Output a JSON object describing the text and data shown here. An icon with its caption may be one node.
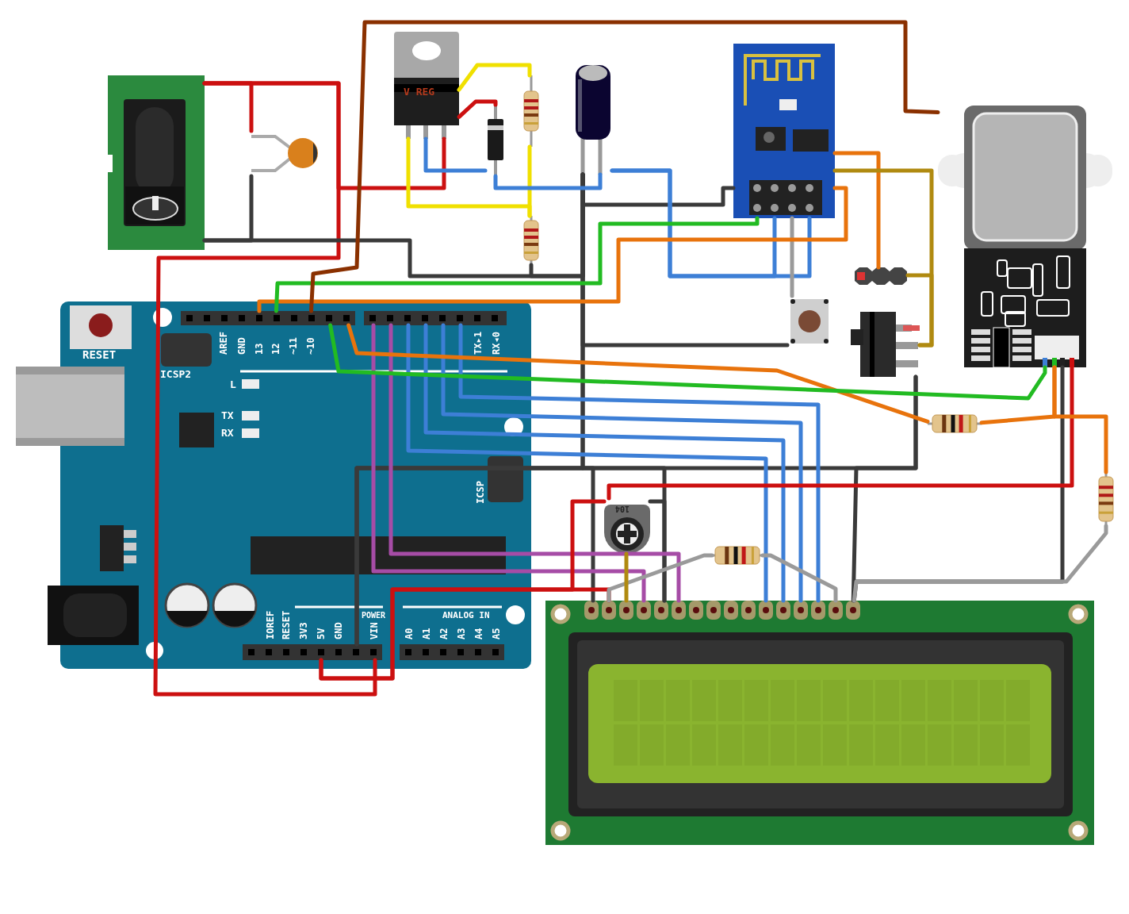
{
  "diagram": {
    "nodes": [
      {
        "text": [],
        "shape": "picture"
      },
      {
        "text": [],
        "shape": "picture"
      },
      {
        "text": [
          "V REG"
        ]
      },
      {
        "text": [],
        "shape": "picture"
      },
      {
        "text": [],
        "shape": "picture"
      },
      {
        "text": [],
        "shape": "picture"
      },
      {
        "text": [],
        "shape": "picture"
      },
      {
        "text": [],
        "shape": "picture"
      },
      {
        "text": [],
        "shape": "picture"
      },
      {
        "text": [],
        "shape": "picture"
      },
      {
        "text": [],
        "shape": "picture"
      },
      {
        "text": [],
        "shape": "picture"
      },
      {
        "text": [],
        "shape": "picture"
      },
      {
        "text": [],
        "shape": "picture"
      },
      {
        "text": [
          "RESET",
          "ICSP2",
          "AREF",
          "GND",
          "13",
          "12",
          "~11",
          "~10",
          "TX▸1",
          "RX◂0",
          "L",
          "TX",
          "RX",
          "ICSP",
          "IOREF",
          "RESET",
          "3V3",
          "5V",
          "GND",
          "VIN",
          "POWER",
          "ANALOG IN",
          "A0",
          "A1",
          "A2",
          "A3",
          "A4",
          "A5"
        ]
      },
      {
        "text": [],
        "shape": "bar",
        "in": 14
      },
      {
        "text": [],
        "shape": "bar",
        "in": 14
      },
      {
        "text": [],
        "shape": "bar",
        "in": 14
      },
      {
        "text": [
          "104"
        ]
      },
      {
        "text": [],
        "shape": "picture"
      },
      {
        "text": [],
        "shape": "picture"
      }
    ],
    "edges": [
      {
        "from": 0,
        "to": 1,
        "arrow": "none",
        "color": "#cc1010"
      },
      {
        "from": 0,
        "to": 2,
        "arrow": "none",
        "color": "#cc1010"
      },
      {
        "from": 0,
        "to": 17,
        "arrow": "none",
        "color": "#cc1010"
      },
      {
        "from": 2,
        "to": 3,
        "arrow": "none",
        "color": "#cc1010"
      },
      {
        "from": 0,
        "to": 1,
        "arrow": "none"
      },
      {
        "from": 0,
        "to": 6,
        "arrow": "none"
      },
      {
        "from": 5,
        "to": 6,
        "arrow": "none"
      },
      {
        "from": 6,
        "to": 7,
        "arrow": "none"
      },
      {
        "from": 6,
        "to": 10,
        "arrow": "none"
      },
      {
        "from": 6,
        "to": 17,
        "arrow": "none"
      },
      {
        "from": 6,
        "to": 11,
        "arrow": "none"
      },
      {
        "from": 17,
        "to": 20,
        "arrow": "none"
      },
      {
        "from": 17,
        "to": 20,
        "arrow": "none"
      },
      {
        "from": 18,
        "to": 20,
        "arrow": "none"
      },
      {
        "from": 11,
        "to": 20,
        "arrow": "none"
      },
      {
        "from": 8,
        "to": 20,
        "arrow": "none"
      },
      {
        "from": 2,
        "to": 4,
        "arrow": "none",
        "color": "#f0e000"
      },
      {
        "from": 2,
        "to": 5,
        "arrow": "none",
        "color": "#f0e000"
      },
      {
        "from": 4,
        "to": 5,
        "arrow": "none",
        "color": "#f0e000"
      },
      {
        "from": 2,
        "to": 3,
        "arrow": "none",
        "color": "#3d7fd6"
      },
      {
        "from": 3,
        "to": 6,
        "arrow": "none",
        "color": "#3d7fd6"
      },
      {
        "from": 6,
        "to": 7,
        "arrow": "none",
        "color": "#3d7fd6"
      },
      {
        "from": 6,
        "to": 7,
        "arrow": "none",
        "color": "#3d7fd6"
      },
      {
        "from": 16,
        "to": 20,
        "arrow": "none",
        "color": "#3d7fd6"
      },
      {
        "from": 16,
        "to": 20,
        "arrow": "none",
        "color": "#3d7fd6"
      },
      {
        "from": 16,
        "to": 20,
        "arrow": "none",
        "color": "#3d7fd6"
      },
      {
        "from": 16,
        "to": 20,
        "arrow": "none",
        "color": "#3d7fd6"
      },
      {
        "from": 16,
        "to": 20,
        "arrow": "none",
        "color": "#a64ca6"
      },
      {
        "from": 16,
        "to": 20,
        "arrow": "none",
        "color": "#a64ca6"
      },
      {
        "from": 17,
        "to": 18,
        "arrow": "none",
        "color": "#cc1010"
      },
      {
        "from": 17,
        "to": 20,
        "arrow": "none",
        "color": "#cc1010"
      },
      {
        "from": 18,
        "to": 8,
        "arrow": "none",
        "color": "#cc1010"
      },
      {
        "from": 19,
        "to": 20,
        "arrow": "none",
        "color": "#9a9a9a"
      },
      {
        "from": 19,
        "to": 20,
        "arrow": "none",
        "color": "#9a9a9a"
      },
      {
        "from": 13,
        "to": 20,
        "arrow": "none",
        "color": "#9a9a9a"
      },
      {
        "from": 7,
        "to": 10,
        "arrow": "none",
        "color": "#9a9a9a"
      },
      {
        "from": 15,
        "to": 12,
        "arrow": "none",
        "color": "#e8730c"
      },
      {
        "from": 12,
        "to": 8,
        "arrow": "none",
        "color": "#e8730c"
      },
      {
        "from": 8,
        "to": 13,
        "arrow": "none",
        "color": "#e8730c"
      },
      {
        "from": 15,
        "to": 7,
        "arrow": "none",
        "color": "#e8730c"
      },
      {
        "from": 7,
        "to": 9,
        "arrow": "none",
        "color": "#e8730c"
      },
      {
        "from": 15,
        "to": 8,
        "arrow": "none",
        "color": "#22bb22"
      },
      {
        "from": 15,
        "to": 7,
        "arrow": "none",
        "color": "#22bb22"
      },
      {
        "from": 15,
        "to": 8,
        "arrow": "none",
        "color": "#8a3000"
      },
      {
        "from": 7,
        "to": 11,
        "arrow": "none",
        "color": "#b08a10"
      },
      {
        "from": 9,
        "to": 11,
        "arrow": "none",
        "color": "#b08a10"
      },
      {
        "from": 18,
        "to": 20,
        "arrow": "none",
        "color": "#b08a10"
      }
    ]
  }
}
